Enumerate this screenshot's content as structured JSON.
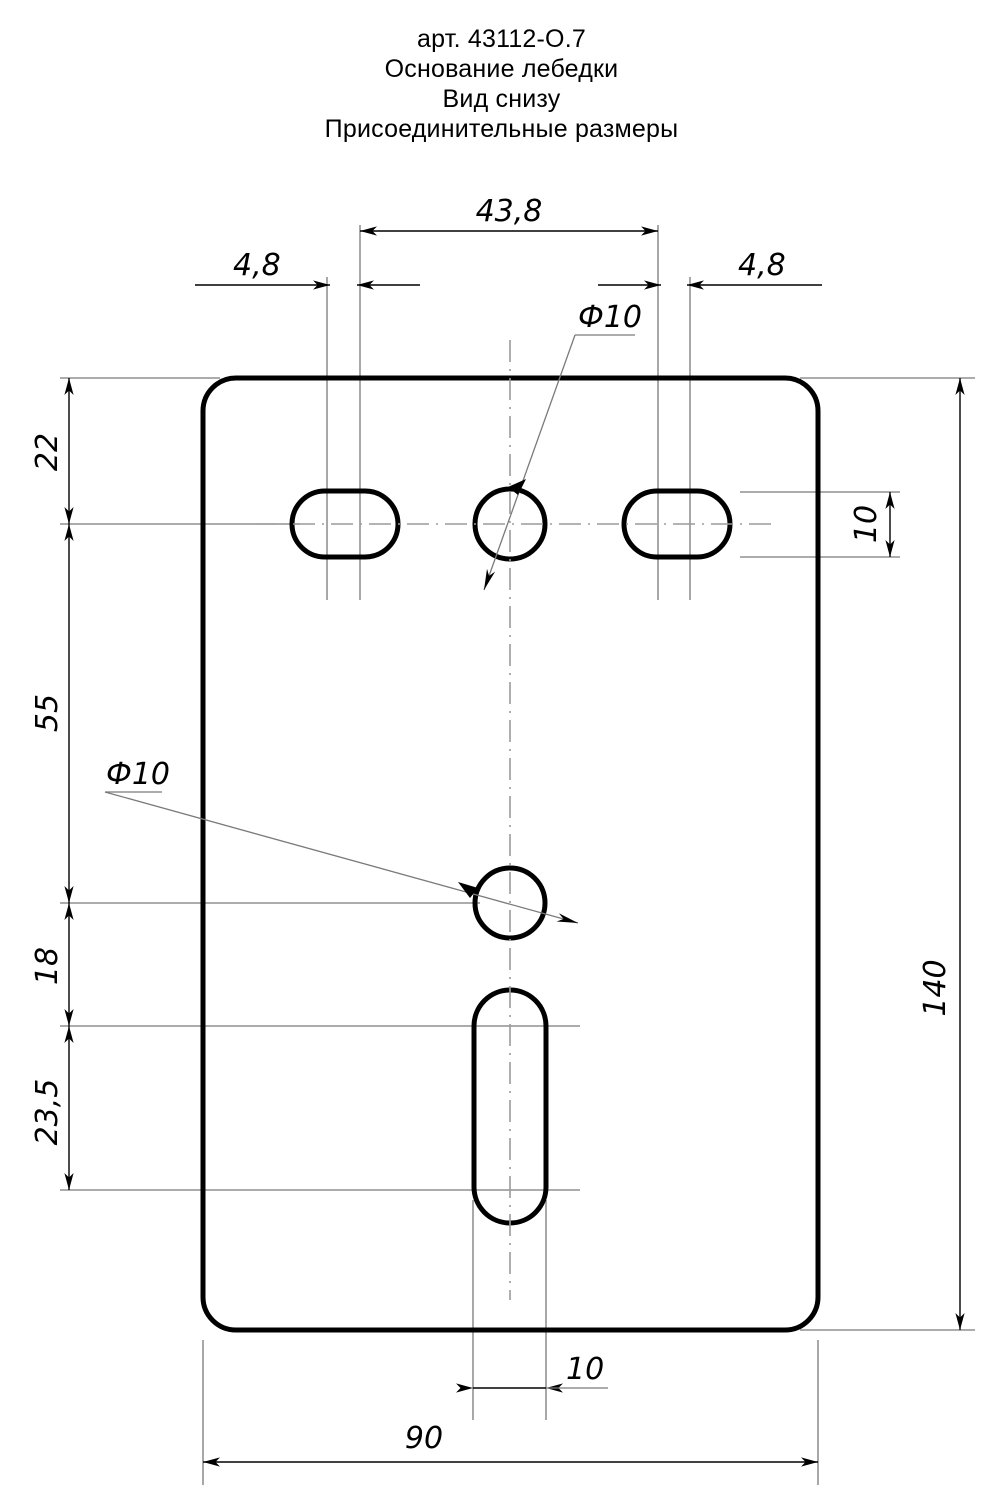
{
  "drawing": {
    "title_lines": [
      "арт. 43112-O.7",
      "Основание лебедки",
      "Вид снизу",
      "Присоединительные размеры"
    ],
    "colors": {
      "outline": "#000000",
      "thin_line": "#7a7a7a",
      "center_line": "#9a9a9a",
      "background": "#ffffff"
    },
    "dimensions": {
      "width_overall": "90",
      "height_overall": "140",
      "top_slot_span": "43,8",
      "edge_left": "4,8",
      "edge_right": "4,8",
      "hole_dia_top": "Ф10",
      "hole_dia_mid": "Ф10",
      "top_margin": "22",
      "top_to_mid_hole": "55",
      "mid_hole_to_slot": "18",
      "slot_length_dim": "23,5",
      "slot_height_right": "10",
      "slot_width_bottom": "10"
    },
    "features": {
      "slot_left": "obround-slot-left",
      "slot_right": "obround-slot-right",
      "circle_top": "hole-top-center",
      "circle_mid": "hole-middle",
      "slot_vertical": "obround-slot-vertical"
    }
  }
}
